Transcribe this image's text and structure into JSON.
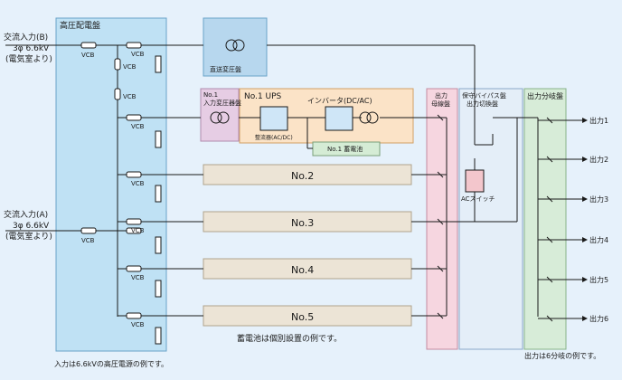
{
  "inputs": {
    "b": {
      "line1": "交流入力(B)",
      "line2": "3φ 6.6kV",
      "line3": "(電気室より)"
    },
    "a": {
      "line1": "交流入力(A)",
      "line2": "3φ 6.6kV",
      "line3": "(電気室より)"
    }
  },
  "hv_panel": {
    "title": "高圧配電盤",
    "breaker_label": "VCB"
  },
  "direct_transformer": {
    "title": "直送変圧盤"
  },
  "ups1": {
    "input_transformer": {
      "line1": "No.1",
      "line2": "入力変圧器盤"
    },
    "title": "No.1 UPS",
    "inverter": "インバータ(DC/AC)",
    "rectifier": "整流器(AC/DC)",
    "battery": "No.1 蓄電池"
  },
  "ups_units": [
    "No.2",
    "No.3",
    "No.4",
    "No.5"
  ],
  "output_bus": {
    "line1": "出力",
    "line2": "母線盤"
  },
  "bypass_panel": {
    "line1": "保守バイパス盤",
    "line2": "出力切換盤",
    "switch_label": "ACスイッチ"
  },
  "distribution": {
    "title": "出力分岐盤",
    "outputs": [
      "出力1",
      "出力2",
      "出力3",
      "出力4",
      "出力5",
      "出力6"
    ]
  },
  "notes": {
    "battery": "蓄電池は個別設置の例です。",
    "input": "入力は6.6kVの高圧電源の例です。",
    "output": "出力は6分岐の例です。"
  },
  "colors": {
    "hv_panel": "#bfe1f4",
    "transformer_panel": "#b7d7ee",
    "ups": "#fbe3c7",
    "ups_unit": "#ece4d6",
    "input_tx": "#e6cde4",
    "output_bus": "#f6d6e0",
    "bypass": "#e4eef8",
    "distribution": "#d7ecd8",
    "battery": "#d5ecd5"
  }
}
